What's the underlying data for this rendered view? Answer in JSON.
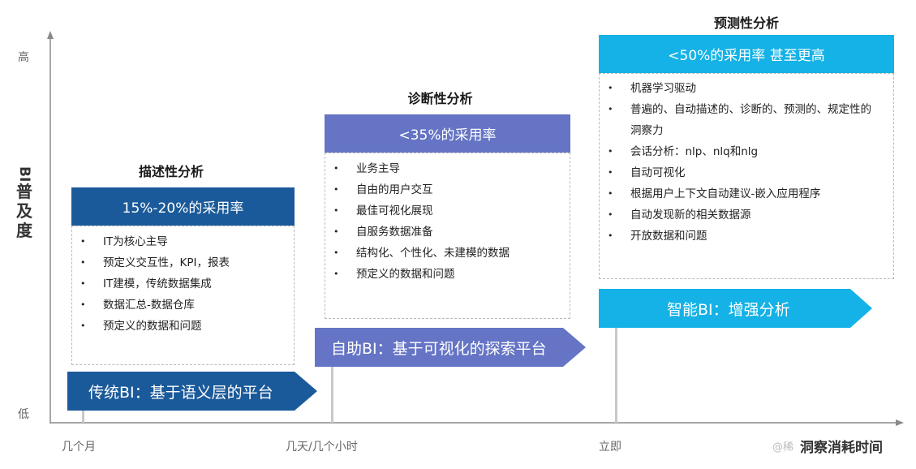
{
  "colors": {
    "stage1_dark": "#1b5a9a",
    "stage2_mid": "#6574c4",
    "stage3_light": "#14b2e6",
    "axis": "#8a8a8a"
  },
  "axis": {
    "y_title": [
      "BI",
      "普及度"
    ],
    "y_high": "高",
    "y_low": "低",
    "x_ticks": [
      "几个月",
      "几天/几个小时",
      "立即"
    ]
  },
  "stages": [
    {
      "title": "描述性分析",
      "rate": "15%-20%的采用率",
      "items": [
        "IT为核心主导",
        "预定义交互性，KPI，报表",
        "IT建模，传统数据集成",
        "数据汇总-数据仓库",
        "预定义的数据和问题"
      ],
      "arrow": "传统BI：基于语义层的平台"
    },
    {
      "title": "诊断性分析",
      "rate": "<35%的采用率",
      "items": [
        "业务主导",
        "自由的用户交互",
        "最佳可视化展现",
        "自服务数据准备",
        "结构化、个性化、未建模的数据",
        "预定义的数据和问题"
      ],
      "arrow": "自助BI：基于可视化的探索平台"
    },
    {
      "title": "预测性分析",
      "rate": "<50%的采用率  甚至更高",
      "items": [
        "机器学习驱动",
        "普遍的、自动描述的、诊断的、预测的、规定性的洞察力",
        "会话分析：nlp、nlq和nlg",
        "自动可视化",
        "根据用户上下文自动建议-嵌入应用程序",
        "自动发现新的相关数据源",
        "开放数据和问题"
      ],
      "arrow": "智能BI：增强分析"
    }
  ],
  "watermark": {
    "small": "@稀",
    "big": "洞察消耗时间"
  }
}
